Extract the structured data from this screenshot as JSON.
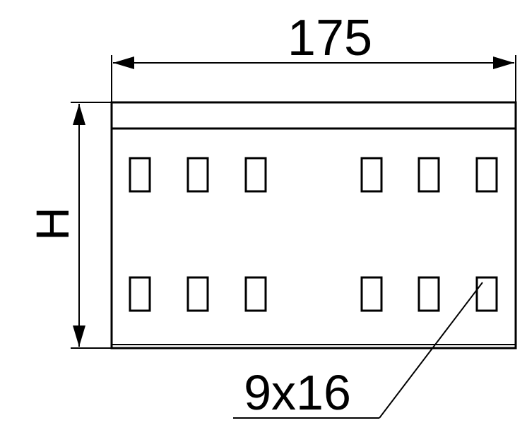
{
  "drawing": {
    "width_dimension": "175",
    "height_dimension": "H",
    "slot_size_label": "9x16",
    "slot_rows": 2,
    "slots_per_row": 6,
    "line_color": "#000000",
    "background_color": "#ffffff"
  }
}
